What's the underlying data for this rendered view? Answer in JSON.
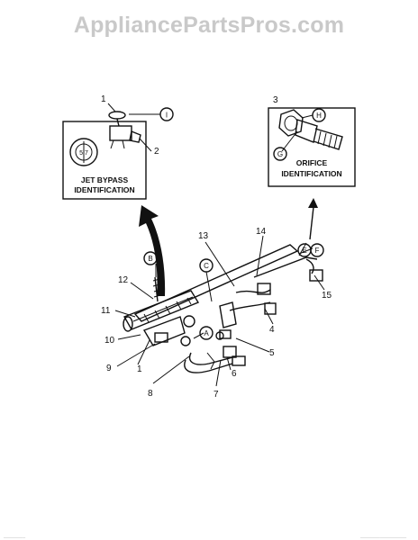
{
  "watermark": "AppliancePartsPros.com",
  "jet_bypass": {
    "caption_line1": "JET BYPASS",
    "caption_line2": "IDENTIFICATION",
    "code": "5 7"
  },
  "orifice": {
    "caption_line1": "ORIFICE",
    "caption_line2": "IDENTIFICATION"
  },
  "callouts": {
    "c1": "1",
    "c2": "2",
    "c3": "3",
    "c4": "4",
    "c5": "5",
    "c6": "6",
    "c7": "7",
    "c8": "8",
    "c9": "9",
    "c10": "10",
    "c11": "11",
    "c12": "12",
    "c13": "13",
    "c14": "14",
    "c15": "15",
    "c1b": "1"
  },
  "circles": {
    "I": "I",
    "H": "H",
    "G": "G",
    "B": "B",
    "C": "C",
    "A": "A",
    "E": "E",
    "F": "F"
  },
  "footer_left": "________",
  "footer_right": "_________________"
}
